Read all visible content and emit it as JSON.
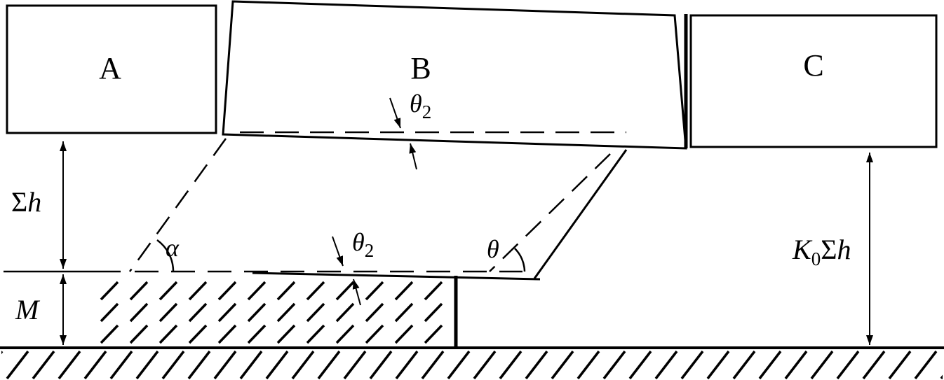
{
  "blocks": {
    "a": "A",
    "b": "B",
    "c": "C"
  },
  "dimensions": {
    "overburden_sigma": "Σ",
    "overburden_h": "h",
    "seam_thickness": "M",
    "right_k": "K",
    "right_k_sub": "0",
    "right_sigma": "Σ",
    "right_h": "h"
  },
  "angles": {
    "alpha": "α",
    "theta": "θ",
    "theta2_upper_base": "θ",
    "theta2_upper_sub": "2",
    "theta2_lower_base": "θ",
    "theta2_lower_sub": "2"
  },
  "style": {
    "ink": "#000000",
    "background": "#ffffff"
  }
}
